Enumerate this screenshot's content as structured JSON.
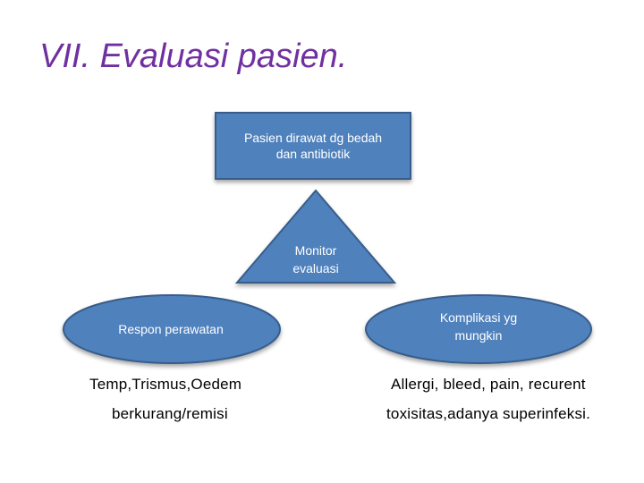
{
  "slide": {
    "title": "VII. Evaluasi pasien."
  },
  "diagram": {
    "top_box": {
      "line1": "Pasien dirawat dg bedah",
      "line2": "dan antibiotik"
    },
    "triangle": {
      "line1": "Monitor",
      "line2": "evaluasi"
    },
    "left_ellipse": {
      "label": "Respon perawatan"
    },
    "right_ellipse": {
      "line1": "Komplikasi yg",
      "line2": "mungkin"
    },
    "left_text": {
      "line1": "Temp,Trismus,Oedem",
      "line2": "berkurang/remisi"
    },
    "right_text": {
      "line1": "Allergi, bleed, pain, recurent",
      "line2": "toxisitas,adanya superinfeksi."
    }
  },
  "colors": {
    "title": "#7030a0",
    "shape_fill": "#4f81bd",
    "shape_stroke": "#385d8a",
    "shape_text": "#ffffff"
  }
}
